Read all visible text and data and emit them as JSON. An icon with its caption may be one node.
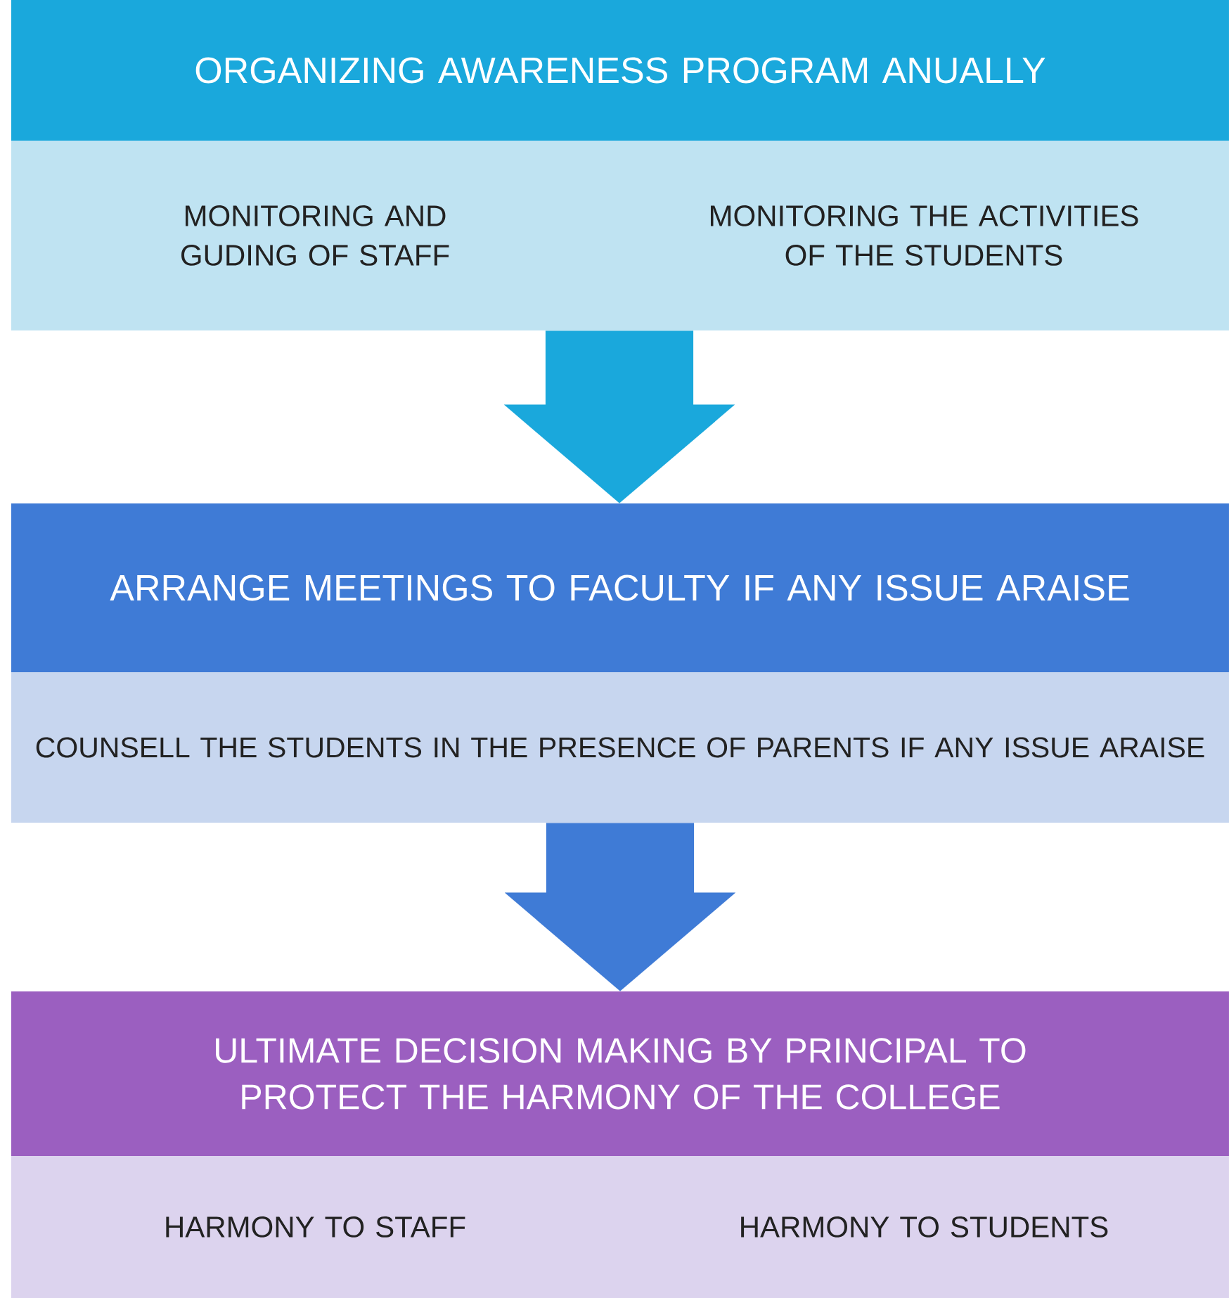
{
  "diagram": {
    "nodes": [
      {
        "text": [
          "ORGANIZING AWARENESS PROGRAM ANUALLY"
        ]
      },
      {
        "text": [
          "MONITORING AND GUDING OF STAFF"
        ]
      },
      {
        "text": [
          "MONITORING THE ACTIVITIES OF THE STUDENTS"
        ]
      },
      {
        "text": [
          "ARRANGE MEETINGS TO FACULTY IF ANY ISSUE ARAISE"
        ]
      },
      {
        "text": [
          "COUNSELL THE STUDENTS IN THE PRESENCE OF PARENTS IF ANY ISSUE ARAISE"
        ]
      },
      {
        "text": [
          "ULTIMATE DECISION MAKING BY PRINCIPAL TO PROTECT THE HARMONY OF THE COLLEGE"
        ]
      },
      {
        "text": [
          "HARMONY TO STAFF"
        ]
      },
      {
        "text": [
          "HARMONY TO STUDENTS"
        ]
      }
    ],
    "edges": [
      {
        "from": 1,
        "to": 3,
        "arrow": "to"
      },
      {
        "from": 2,
        "to": 3,
        "arrow": "to"
      },
      {
        "from": 4,
        "to": 5,
        "arrow": "to",
        "color": "#3f7bd6"
      }
    ]
  }
}
